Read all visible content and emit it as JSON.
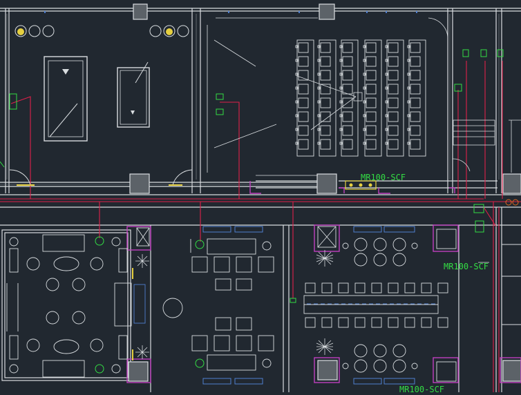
{
  "labels": {
    "mr_top": "MR100-SCF",
    "mr_right": "MR100-SCF",
    "mr_bottom": "MR100-SCF",
    "room_billiard": "",
    "room_lounge": "",
    "small_note_1": "",
    "small_note_2": ""
  },
  "colors": {
    "background": "#212830",
    "wall": "#d9dde0",
    "wall_gray": "#8a9096",
    "red_line": "#e0204a",
    "green": "#33dd44",
    "magenta": "#c040c0",
    "blue_hatch": "#4f7fd0",
    "yellow": "#e6d040"
  }
}
